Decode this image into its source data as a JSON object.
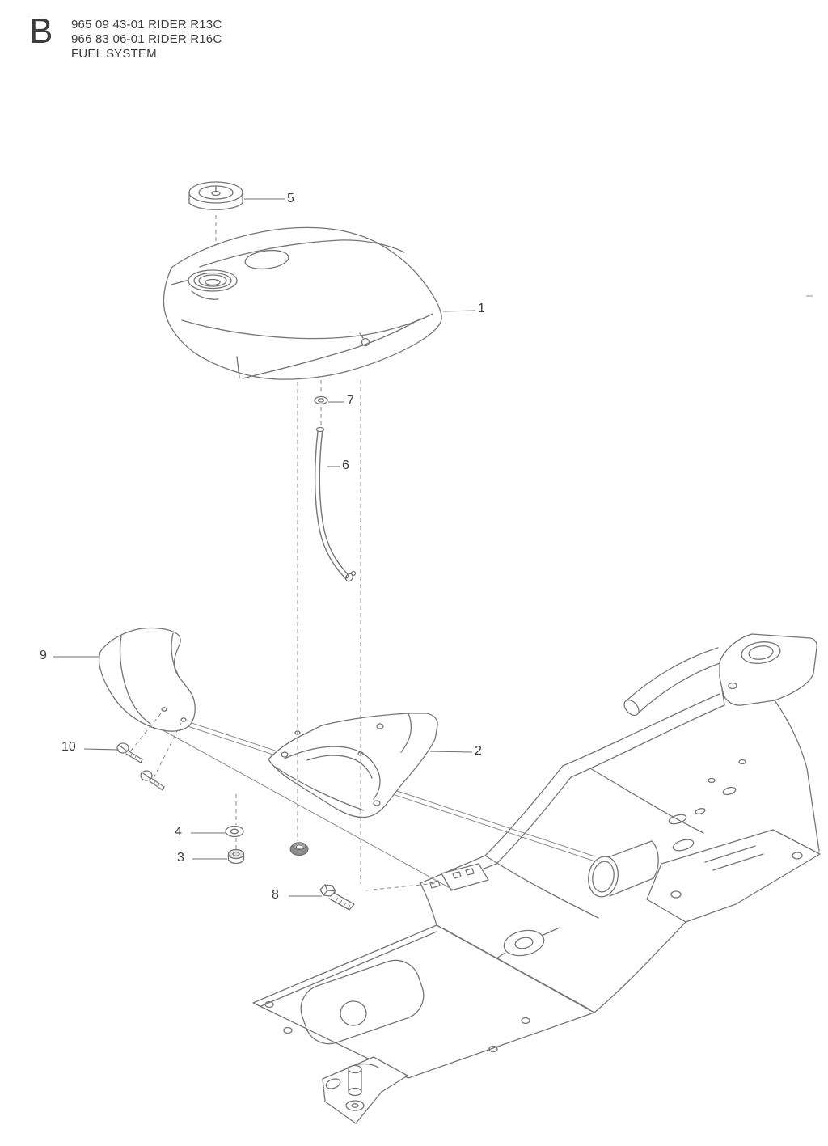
{
  "header": {
    "section_letter": "B",
    "model_line_1": "965 09 43-01 RIDER R13C",
    "model_line_2": "966 83 06-01 RIDER R16C",
    "diagram_title": "FUEL SYSTEM"
  },
  "callouts": [
    {
      "label": "1"
    },
    {
      "label": "2"
    },
    {
      "label": "3"
    },
    {
      "label": "4"
    },
    {
      "label": "5"
    },
    {
      "label": "6"
    },
    {
      "label": "7"
    },
    {
      "label": "8"
    },
    {
      "label": "9"
    },
    {
      "label": "10"
    }
  ],
  "colors": {
    "line": "#757575",
    "text": "#3c3c3c",
    "background": "#ffffff"
  }
}
